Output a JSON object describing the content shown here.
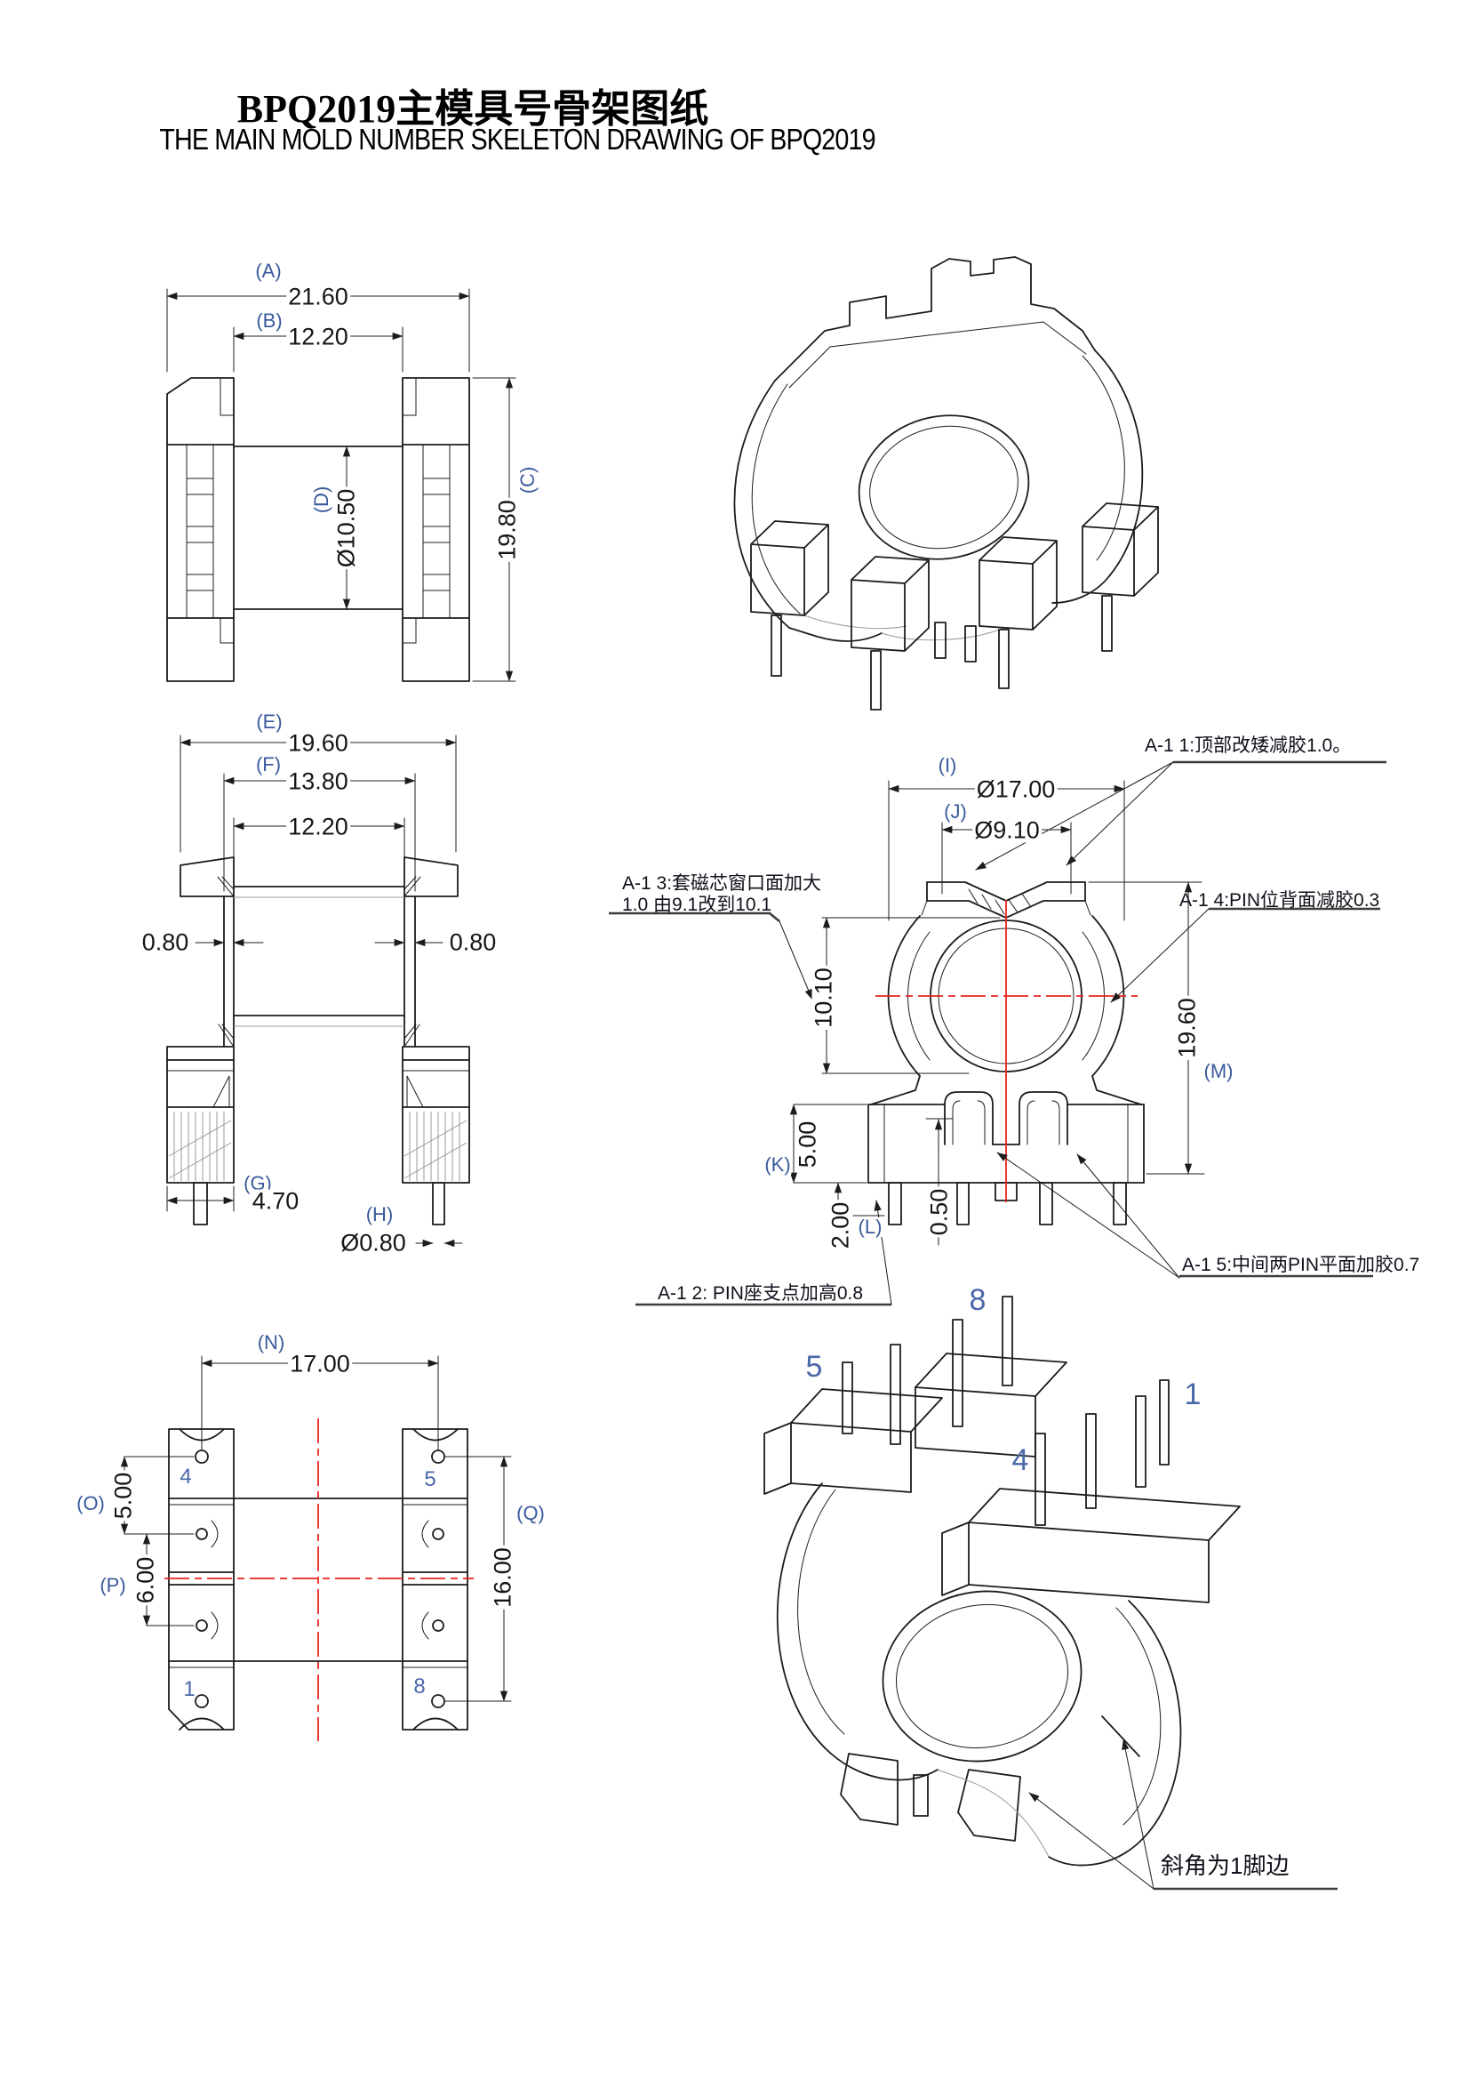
{
  "title": {
    "main": "BPQ2019主模具号骨架图纸",
    "sub": "THE MAIN MOLD NUMBER SKELETON DRAWING OF BPQ2019"
  },
  "front_view": {
    "label_a": "(A)",
    "dim_a": "21.60",
    "label_b": "(B)",
    "dim_b": "12.20",
    "label_c": "(C)",
    "dim_c": "19.80",
    "label_d": "(D)",
    "dim_d": "Ø10.50"
  },
  "side_view": {
    "label_e": "(E)",
    "dim_e": "19.60",
    "label_f": "(F)",
    "dim_f": "13.80",
    "dim_window": "12.20",
    "dim_wall_left": "0.80",
    "dim_wall_right": "0.80",
    "label_g": "(G)",
    "dim_g": "4.70",
    "label_h": "(H)",
    "dim_h": "Ø0.80"
  },
  "section_view": {
    "label_i": "(I)",
    "dim_i": "Ø17.00",
    "label_j": "(J)",
    "dim_j": "Ø9.10",
    "dim_window_height": "10.10",
    "label_k": "(K)",
    "dim_k": "5.00",
    "label_l": "(L)",
    "dim_l": "2.00",
    "dim_step": "0.50",
    "label_m": "(M)",
    "dim_m": "19.60"
  },
  "bottom_view": {
    "label_n": "(N)",
    "dim_n": "17.00",
    "label_o": "(O)",
    "dim_o": "5.00",
    "label_p": "(P)",
    "dim_p": "6.00",
    "label_q": "(Q)",
    "dim_q": "16.00",
    "pin_top_left": "4",
    "pin_top_right": "5",
    "pin_bottom_left": "1",
    "pin_bottom_right": "8"
  },
  "iso_view": {
    "pin_5": "5",
    "pin_8": "8",
    "pin_4": "4",
    "pin_1": "1",
    "chamfer_note": "斜角为1脚边"
  },
  "annotations": {
    "a1_1": "A-1 1:顶部改矮减胶1.0。",
    "a1_2": "A-1 2: PIN座支点加高0.8",
    "a1_3_line1": "A-1 3:套磁芯窗口面加大",
    "a1_3_line2": "1.0 由9.1改到10.1",
    "a1_4": "A-1 4:PIN位背面减胶0.3",
    "a1_5": "A-1 5:中间两PIN平面加胶0.7"
  },
  "colors": {
    "line": "#1c1c1c",
    "centerline": "#e8241e",
    "label_blue": "#3a5a9c"
  }
}
